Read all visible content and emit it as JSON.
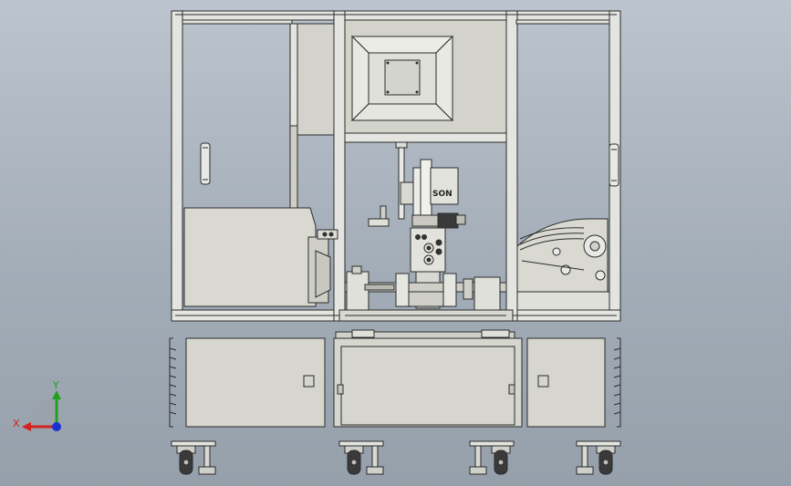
{
  "viewport": {
    "background_top": "#bcc4cd",
    "background_bottom": "#96a0ab"
  },
  "model": {
    "description_name": "automatic-assembly-machine-front-view",
    "panel_fill": "#d6d6cf",
    "frame_fill": "#e4e4e0",
    "line_color": "#2b2b2b",
    "nameplate_text": "SON"
  },
  "triad": {
    "x_label": "X",
    "y_label": "Y",
    "x_color": "#d22222",
    "y_color": "#1fa01f",
    "z_color": "#1e2fd0"
  }
}
